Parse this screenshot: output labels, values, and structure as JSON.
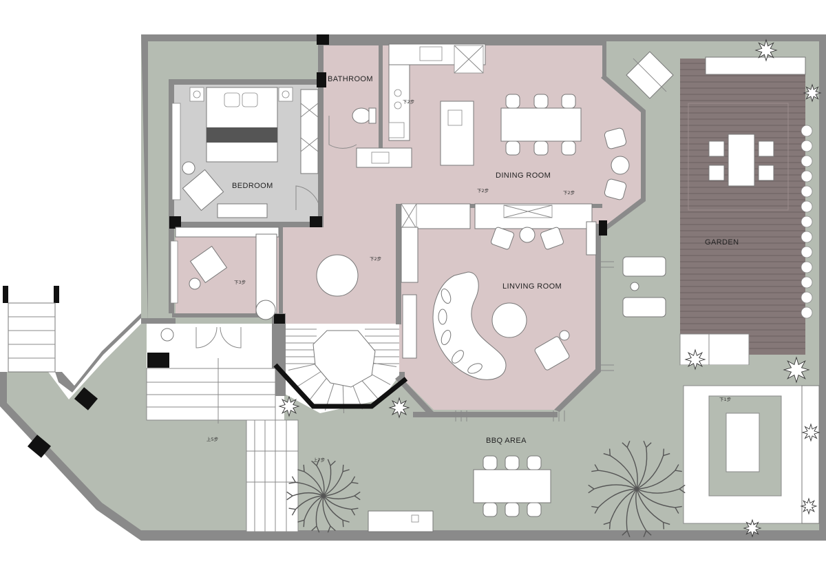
{
  "colors": {
    "pink_floor": "#d9c7c8",
    "gray_floor": "#cfcfcf",
    "green_ground": "#b5bcb2",
    "wall": "#8a8a8a",
    "deck": "#857878",
    "white": "#ffffff"
  },
  "rooms": {
    "bathroom": "BATHROOM",
    "bedroom": "BEDROOM",
    "dining_room": "DINING ROOM",
    "living_room": "LINVING ROOM",
    "garden": "GARDEN",
    "bbq_area": "BBQ AREA"
  },
  "steps": {
    "bath_down": "下2步",
    "dining_down_1": "下2步",
    "dining_down_2": "下2步",
    "hall_down": "下2步",
    "entry_down": "下3步",
    "yard_up": "上5步",
    "path_up": "上7步",
    "garden_down": "下1步"
  },
  "icons": [
    "bed-icon",
    "sofa-icon",
    "armchair-icon",
    "dining-table-icon",
    "tree-icon",
    "shrub-icon",
    "stair-icon",
    "sink-icon",
    "toilet-icon",
    "stove-icon",
    "lounger-icon",
    "pool-icon"
  ]
}
